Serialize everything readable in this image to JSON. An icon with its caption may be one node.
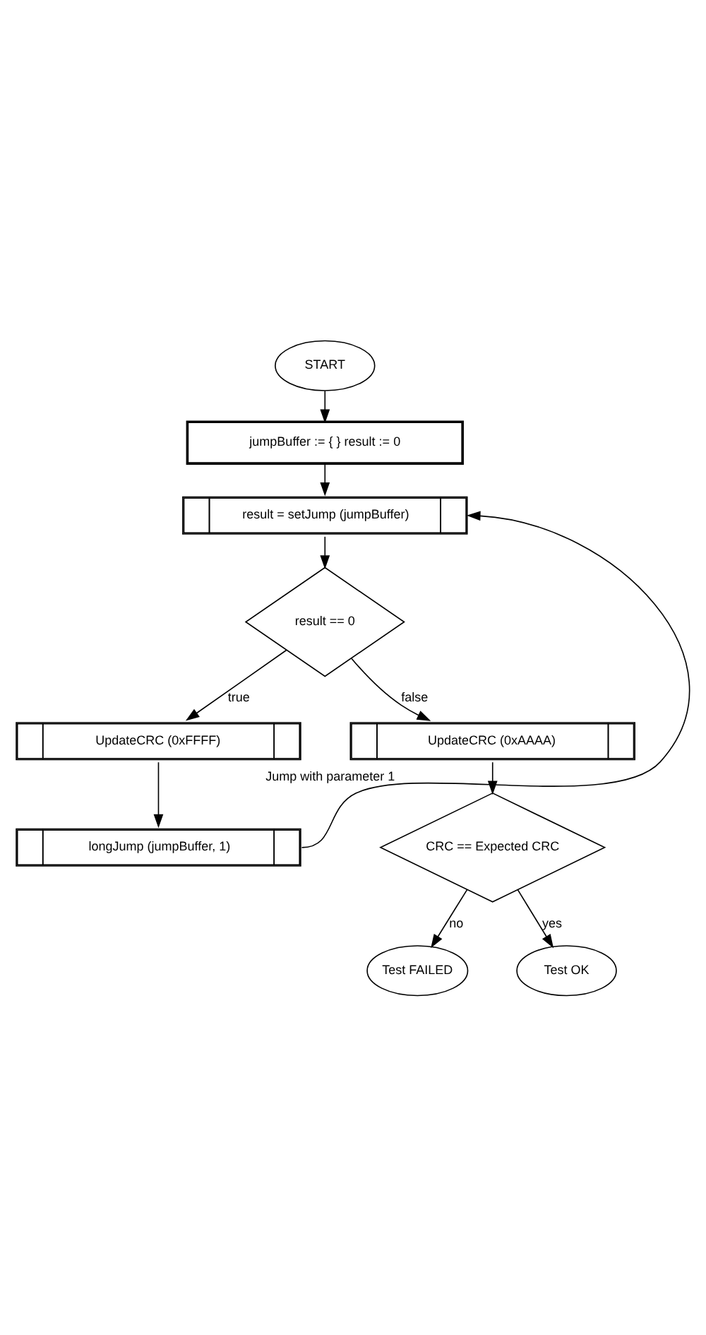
{
  "diagram": {
    "nodes": [
      {
        "text": [
          "START"
        ]
      },
      {
        "text": [
          "jumpBuffer := { } result := 0"
        ]
      },
      {
        "text": [
          "result = setJump (jumpBuffer)"
        ]
      },
      {
        "text": [
          "result == 0"
        ]
      },
      {
        "text": [
          "UpdateCRC (0xFFFF)"
        ]
      },
      {
        "text": [
          "longJump (jumpBuffer, 1)"
        ]
      },
      {
        "text": [
          "UpdateCRC (0xAAAA)"
        ]
      },
      {
        "text": [
          "CRC == Expected CRC"
        ]
      },
      {
        "text": [
          "Test FAILED"
        ]
      },
      {
        "text": [
          "Test OK"
        ]
      }
    ],
    "edges": [
      {
        "from": 0,
        "to": 1,
        "arrow": "to"
      },
      {
        "from": 1,
        "to": 2,
        "arrow": "to"
      },
      {
        "from": 2,
        "to": 3,
        "arrow": "to"
      },
      {
        "from": 3,
        "to": 4,
        "arrow": "to",
        "label": "true"
      },
      {
        "from": 4,
        "to": 5,
        "arrow": "to"
      },
      {
        "from": 5,
        "to": 2,
        "arrow": "to",
        "label": "Jump with parameter 1"
      },
      {
        "from": 3,
        "to": 6,
        "arrow": "to",
        "label": "false"
      },
      {
        "from": 6,
        "to": 7,
        "arrow": "to"
      },
      {
        "from": 7,
        "to": 8,
        "arrow": "to",
        "label": "no"
      },
      {
        "from": 7,
        "to": 9,
        "arrow": "to",
        "label": "yes"
      }
    ]
  }
}
